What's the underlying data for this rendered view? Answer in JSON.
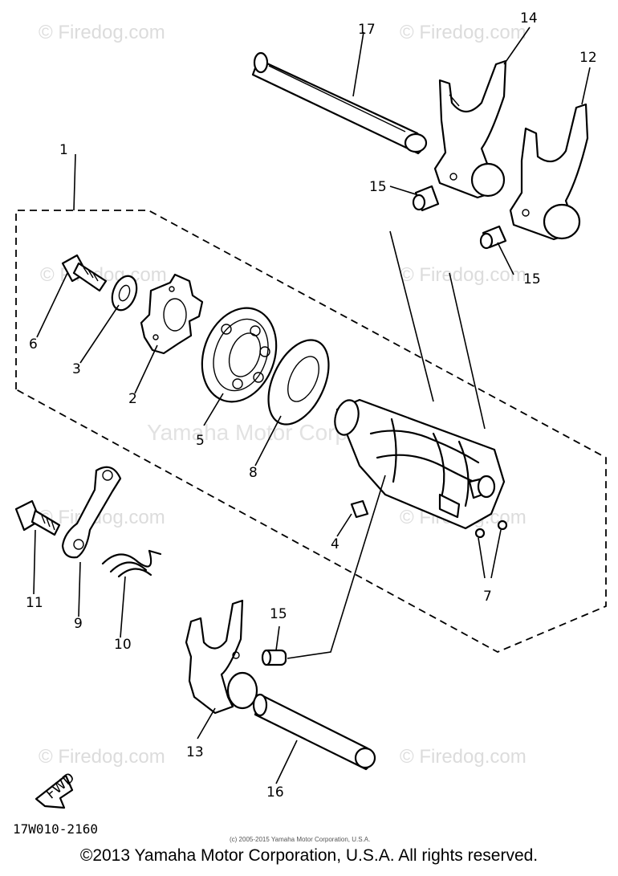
{
  "diagram": {
    "part_numbers": {
      "p1": "1",
      "p2": "2",
      "p3": "3",
      "p4": "4",
      "p5": "5",
      "p6": "6",
      "p7": "7",
      "p8": "8",
      "p9": "9",
      "p10": "10",
      "p11": "11",
      "p12": "12",
      "p13": "13",
      "p14": "14",
      "p15a": "15",
      "p15b": "15",
      "p15c": "15",
      "p16": "16",
      "p17": "17"
    },
    "diagram_code": "17W010-2160",
    "fwd_arrow_label": "FWD"
  },
  "watermarks": {
    "site": "© Firedog.com",
    "center": "Yamaha Motor Corp., U.S.A."
  },
  "footer": {
    "small_notice": "(c) 2005-2015 Yamaha Motor Corporation, U.S.A.",
    "copyright": "©2013 Yamaha Motor Corporation, U.S.A. All rights reserved."
  }
}
